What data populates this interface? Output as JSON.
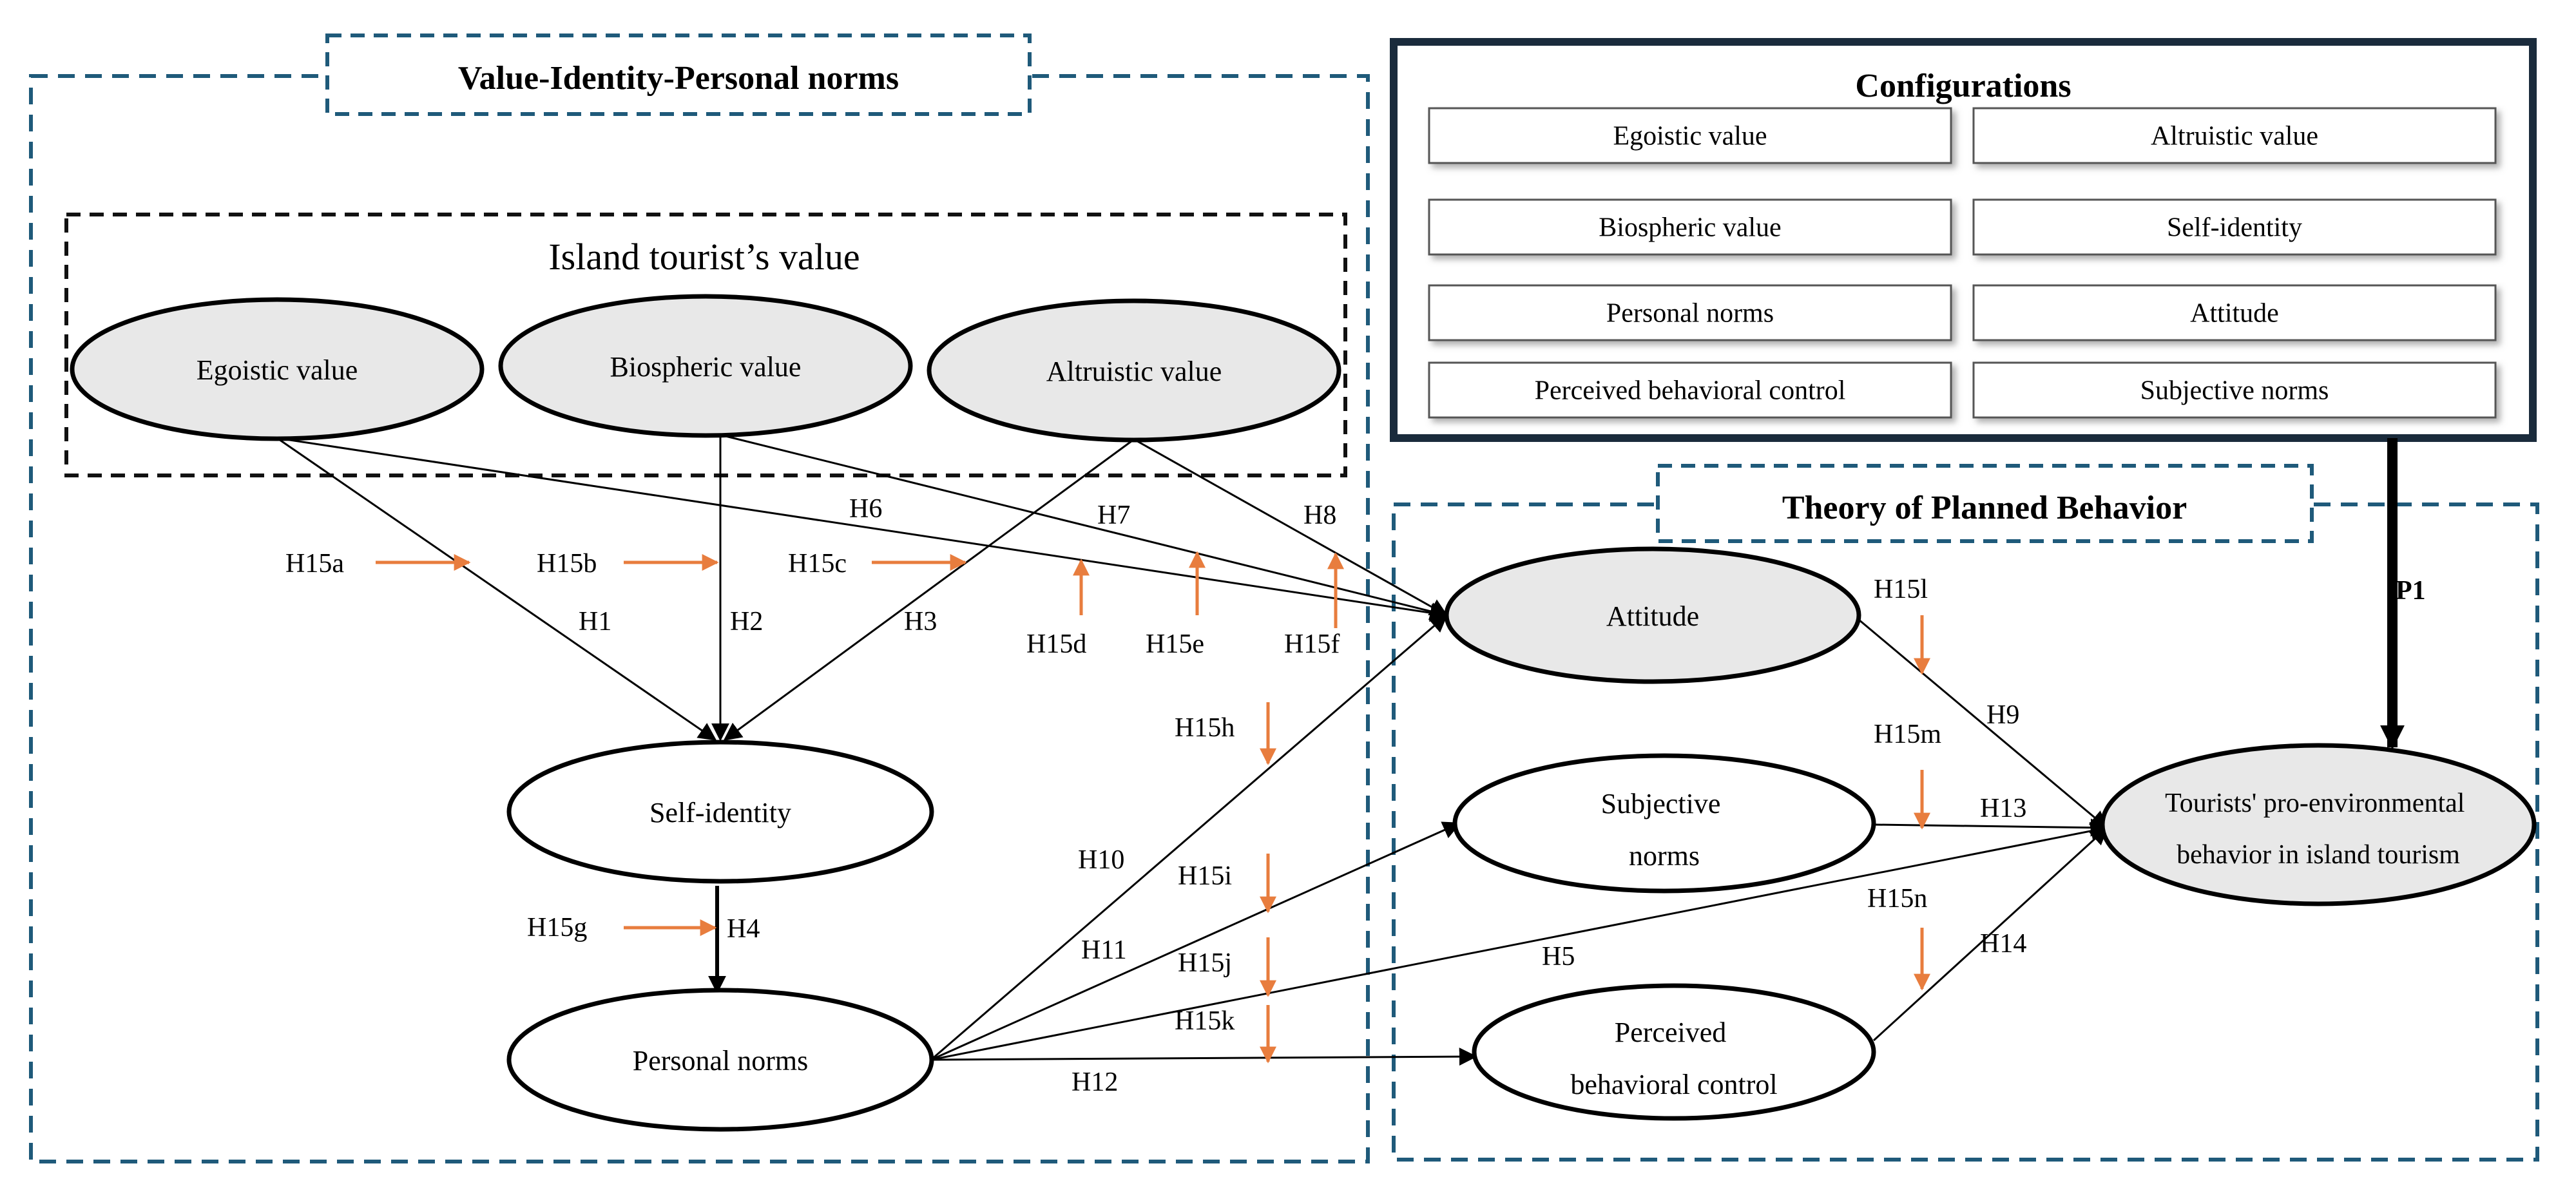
{
  "sections": {
    "vipn": "Value-Identity-Personal norms",
    "island": "Island tourist’s value",
    "tpb": "Theory of Planned Behavior",
    "config": "Configurations"
  },
  "config_items": [
    "Egoistic value",
    "Altruistic value",
    "Biospheric value",
    "Self-identity",
    "Personal norms",
    "Attitude",
    "Perceived behavioral control",
    "Subjective norms"
  ],
  "nodes": {
    "egoistic": [
      "Egoistic value"
    ],
    "biospheric": [
      "Biospheric value"
    ],
    "altruistic": [
      "Altruistic value"
    ],
    "self_identity": [
      "Self-identity"
    ],
    "personal_norms": [
      "Personal norms"
    ],
    "attitude": [
      "Attitude"
    ],
    "subjective": [
      "Subjective",
      "norms"
    ],
    "pbc": [
      "Perceived",
      "behavioral control"
    ],
    "behavior": [
      "Tourists' pro-environmental",
      "behavior in island tourism"
    ]
  },
  "paths": {
    "H1": "H1",
    "H2": "H2",
    "H3": "H3",
    "H4": "H4",
    "H5": "H5",
    "H6": "H6",
    "H7": "H7",
    "H8": "H8",
    "H9": "H9",
    "H10": "H10",
    "H11": "H11",
    "H12": "H12",
    "H13": "H13",
    "H14": "H14",
    "P1": "P1"
  },
  "moderators": {
    "H15a": "H15a",
    "H15b": "H15b",
    "H15c": "H15c",
    "H15d": "H15d",
    "H15e": "H15e",
    "H15f": "H15f",
    "H15g": "H15g",
    "H15h": "H15h",
    "H15i": "H15i",
    "H15j": "H15j",
    "H15k": "H15k",
    "H15l": "H15l",
    "H15m": "H15m",
    "H15n": "H15n"
  },
  "colors": {
    "dashed_frame": "#1f5a7a",
    "island_frame": "#111111",
    "node_fill_grey": "#e8e8e8",
    "moderator_arrow": "#e87d3e",
    "config_frame": "#1a2b3c"
  }
}
